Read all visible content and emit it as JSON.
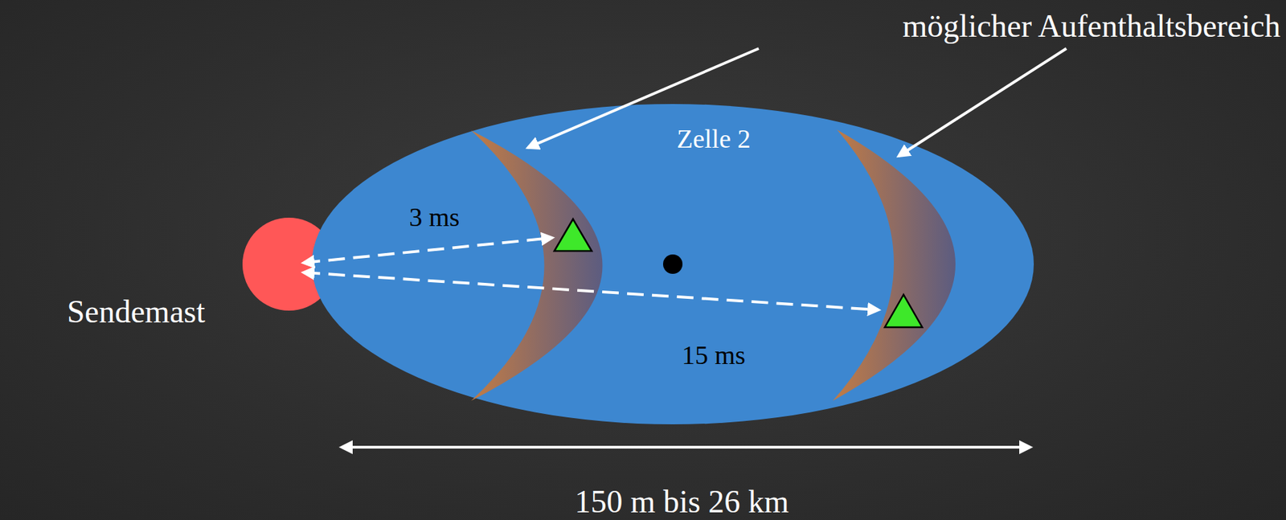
{
  "diagram": {
    "nodes": [
      {
        "text": [
          "Sendemast"
        ]
      },
      {
        "text": [
          "Zelle 2"
        ]
      }
    ],
    "labels": [
      "möglicher Aufenthaltsbereich",
      "3 ms",
      "15 ms",
      "150 m bis 26 km"
    ]
  }
}
